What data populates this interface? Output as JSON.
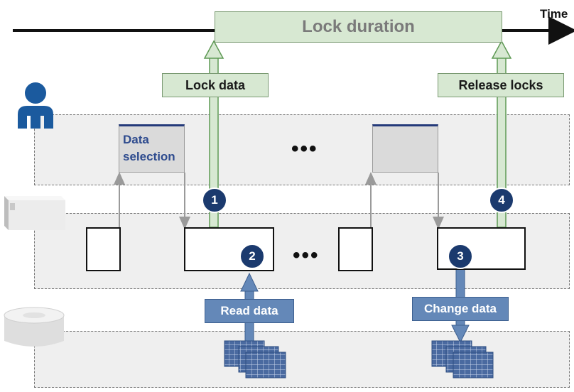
{
  "timeline": {
    "time_label": "Time",
    "lock_duration_label": "Lock duration"
  },
  "steps": {
    "lock_data": "Lock data",
    "release_locks": "Release locks",
    "read_data": "Read data",
    "change_data": "Change data",
    "data_selection_line1": "Data",
    "data_selection_line2": "selection"
  },
  "markers": [
    "1",
    "2",
    "3",
    "4"
  ],
  "ellipsis": "•••",
  "icons": {
    "user": "person-icon",
    "app_server": "server-box-icon",
    "database": "database-cylinder-icon",
    "data_tables": "grid-tables-icon"
  },
  "colors": {
    "green_fill": "#d7e8d2",
    "green_border": "#7a9a72",
    "blue_label": "#6488b8",
    "marker": "#1b3a6e",
    "selection_text": "#2e4b8e"
  }
}
